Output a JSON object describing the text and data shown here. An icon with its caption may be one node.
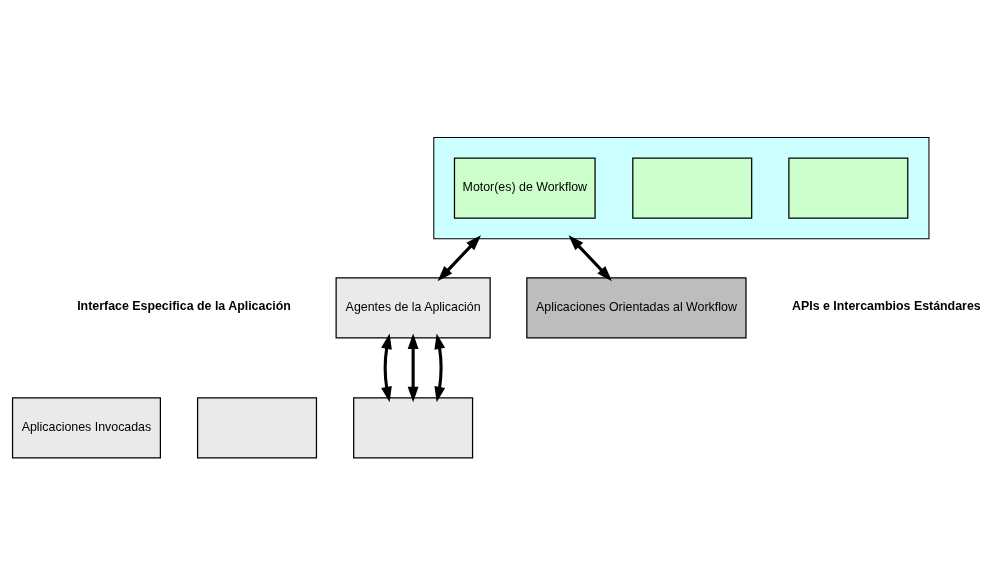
{
  "diagram": {
    "nodes": [
      {
        "text": [],
        "shape": "box"
      },
      {
        "text": [],
        "shape": "box",
        "in": 0
      },
      {
        "text": [],
        "shape": "box",
        "in": 0
      },
      {
        "text": [
          "Motor(es) de Workflow"
        ],
        "in": 0
      },
      {
        "text": [
          "Agentes de la Aplicación"
        ]
      },
      {
        "text": [
          "Aplicaciones Invocadas"
        ]
      },
      {
        "text": [],
        "shape": "box"
      },
      {
        "text": [],
        "shape": "box"
      },
      {
        "text": [
          "Aplicaciones Orientadas al Workflow"
        ]
      }
    ],
    "edges": [
      {
        "from": 0,
        "to": 4,
        "arrow": "both"
      },
      {
        "from": 0,
        "to": 8,
        "arrow": "both"
      },
      {
        "from": 4,
        "to": 7,
        "arrow": "both"
      },
      {
        "from": 4,
        "to": 7,
        "arrow": "both"
      },
      {
        "from": 4,
        "to": 7,
        "arrow": "both"
      }
    ],
    "labels": [
      "APIs e Intercambios Estándares",
      "Interface Especifica de la Aplicación"
    ]
  }
}
